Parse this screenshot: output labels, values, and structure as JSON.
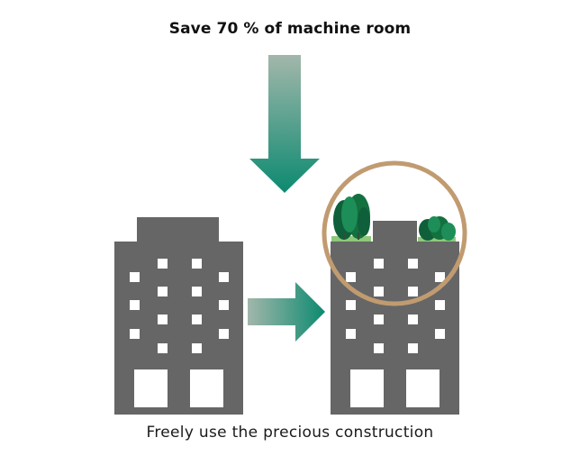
{
  "captions": {
    "top": "Save 70 % of machine room",
    "bottom": "Freely use the precious construction"
  },
  "colors": {
    "building": "#666666",
    "window": "#ffffff",
    "arrow_start": "#9fb5a8",
    "arrow_end": "#0c8a70",
    "highlight_ring": "#c19b70",
    "tree_dark": "#0f5f3a",
    "tree_light": "#1d8e57",
    "grass": "#8fc87a"
  },
  "icons": {
    "before_building": "building-with-machine-room",
    "after_building": "building-with-rooftop-garden",
    "down_arrow": "down-arrow",
    "right_arrow": "right-arrow",
    "trees": "tree-icon"
  }
}
